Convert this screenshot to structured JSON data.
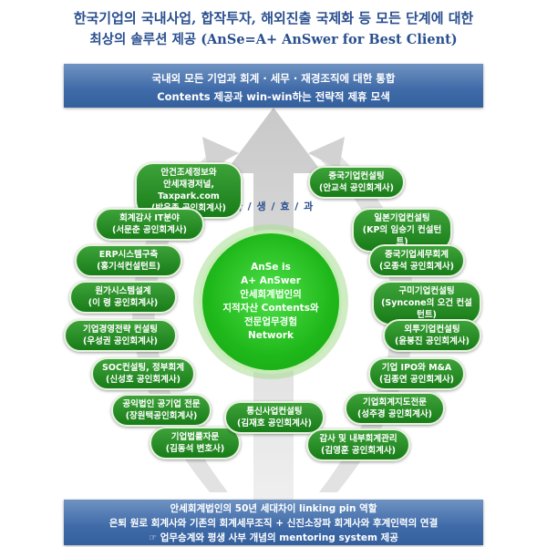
{
  "title": {
    "line1": "한국기업의 국내사업, 합작투자, 해외진출 국제화 등 모든 단계에 대한",
    "line2": "최상의 솔루션 제공 (AnSe=A+ AnSwer for Best Client)"
  },
  "top_banner": {
    "line1": "국내외 모든 기업과 회계 · 세무 · 재경조직에 대한 통합",
    "line2": "Contents 제공과 win-win하는 전략적 제휴 모색"
  },
  "center": {
    "label": "파 / 생 / 효 / 과",
    "text": "AnSe is\nA+ AnSwer\n안세회계법인의\n지적자산 Contents와\n전문업무경험\nNetwork"
  },
  "left_items": [
    "안건조세정보와\n안세재경저널, Taxpark.com\n(박윤종 공인회계사)",
    "회계감사 IT분야\n(서문춘 공인회계사)",
    "ERP시스템구축\n(홍기석컨설턴트)",
    "원가시스템설계\n(이 령 공인회계사)",
    "기업경영전략 컨설팅\n(우성권 공인회계사)",
    "SOC컨설팅, 정부회계\n(신성호 공인회계사)",
    "공익법인 공기업 전문\n(장원택공인회계사)",
    "기업법률자문\n(김동석 변호사)"
  ],
  "right_items": [
    "중국기업컨설팅\n(안교석 공인회계사)",
    "일본기업컨설팅\n(KP의 임승기 컨설턴트)",
    "중국기업세무회계\n(오종석 공인회계사)",
    "구미기업컨설팅\n(Syncone의 오건 컨설턴트)",
    "외투기업컨설팅\n(윤봉진 공인회계사)",
    "기업 IPO와 M&A\n(김종연 공인회계사)",
    "기업회계지도전문\n(성주경 공인회계사)",
    "감사 및 내부회계관리\n(김영훈 공인회계사)"
  ],
  "bottom_center_item": "통신사업컨설팅\n(김재호 공인회계사)",
  "bottom_banner": {
    "line1": "안세회계법인의 50년 세대차이 linking pin 역할",
    "line2": "은퇴 원로 회계사와 기존의 회계세무조직 + 신진소장파 회계사와 후계인력의 연결",
    "line3": "업무승계와 평생 사부 개념의 mentoring system 제공",
    "bullet": "☞"
  },
  "colors": {
    "title": "#2a4f8f",
    "banner": "#3f6aa8",
    "pill": "#2a8f28",
    "circle": "#1fb81a",
    "arrow": "#d9d9d9"
  }
}
